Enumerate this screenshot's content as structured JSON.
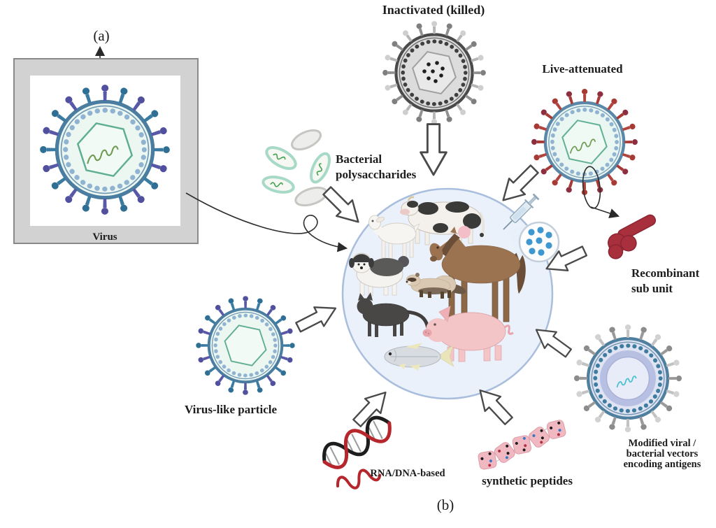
{
  "figure": {
    "panel_a_label": "(a)",
    "panel_b_label": "(b)",
    "virus_box_caption": "Virus"
  },
  "vaccine_types": {
    "inactivated": {
      "label": "Inactivated (killed)"
    },
    "live_attenuated": {
      "label": "Live-attenuated"
    },
    "bacterial_polysaccharides": {
      "line1": "Bacterial",
      "line2": "polysaccharides"
    },
    "recombinant_subunit": {
      "line1": "Recombinant",
      "line2": "sub unit"
    },
    "virus_like_particle": {
      "label": "Virus-like particle"
    },
    "rna_dna_based": {
      "label": "RNA/DNA-based"
    },
    "synthetic_peptides": {
      "label": "synthetic peptides"
    },
    "modified_vectors": {
      "line1": "Modified viral /",
      "line2": "bacterial vectors",
      "line3": "encoding antigens"
    }
  },
  "icons": {
    "virus": "enveloped-virus-icon",
    "inactivated_virus": "inactivated-virus-icon",
    "live_attenuated_virus": "live-attenuated-virus-icon",
    "virus_like_particle": "virus-like-particle-icon",
    "modified_vector_virus": "viral-vector-icon",
    "bacteria_cluster": "bacteria-icon",
    "recombinant_protein": "spike-protein-icon",
    "dna_helix": "dna-helix-icon",
    "rna_strand": "rna-strand-icon",
    "peptide_chain": "peptide-helix-icon",
    "syringe": "syringe-icon",
    "vaccine_droplets": "vaccine-dose-droplets-icon",
    "animals": [
      "cow",
      "goat",
      "horse",
      "dog",
      "ferret",
      "cat",
      "pig",
      "fish"
    ]
  },
  "colors": {
    "background": "#ffffff",
    "box_gray": "#d2d2d2",
    "virus_spike_teal": "#2f6f95",
    "virus_spike_purple": "#50509f",
    "membrane_blue": "#4a7da0",
    "capsid_green": "#5fae92",
    "genome_green": "#6f9b53",
    "live_attenuated_red": "#a83a36",
    "recombinant_red": "#a8303d",
    "inactivated_gray": "#8a8a8a",
    "vector_lavender": "#b7c0e2",
    "vector_genome_cyan": "#4fc3cf",
    "center_circle_fill": "#eaf1fb",
    "center_circle_border": "#a9bedd",
    "dna_red": "#b5272c",
    "dna_black": "#1d1d1d",
    "peptide_pink": "#f0b6bf",
    "droplet_blue": "#3f97cf"
  }
}
